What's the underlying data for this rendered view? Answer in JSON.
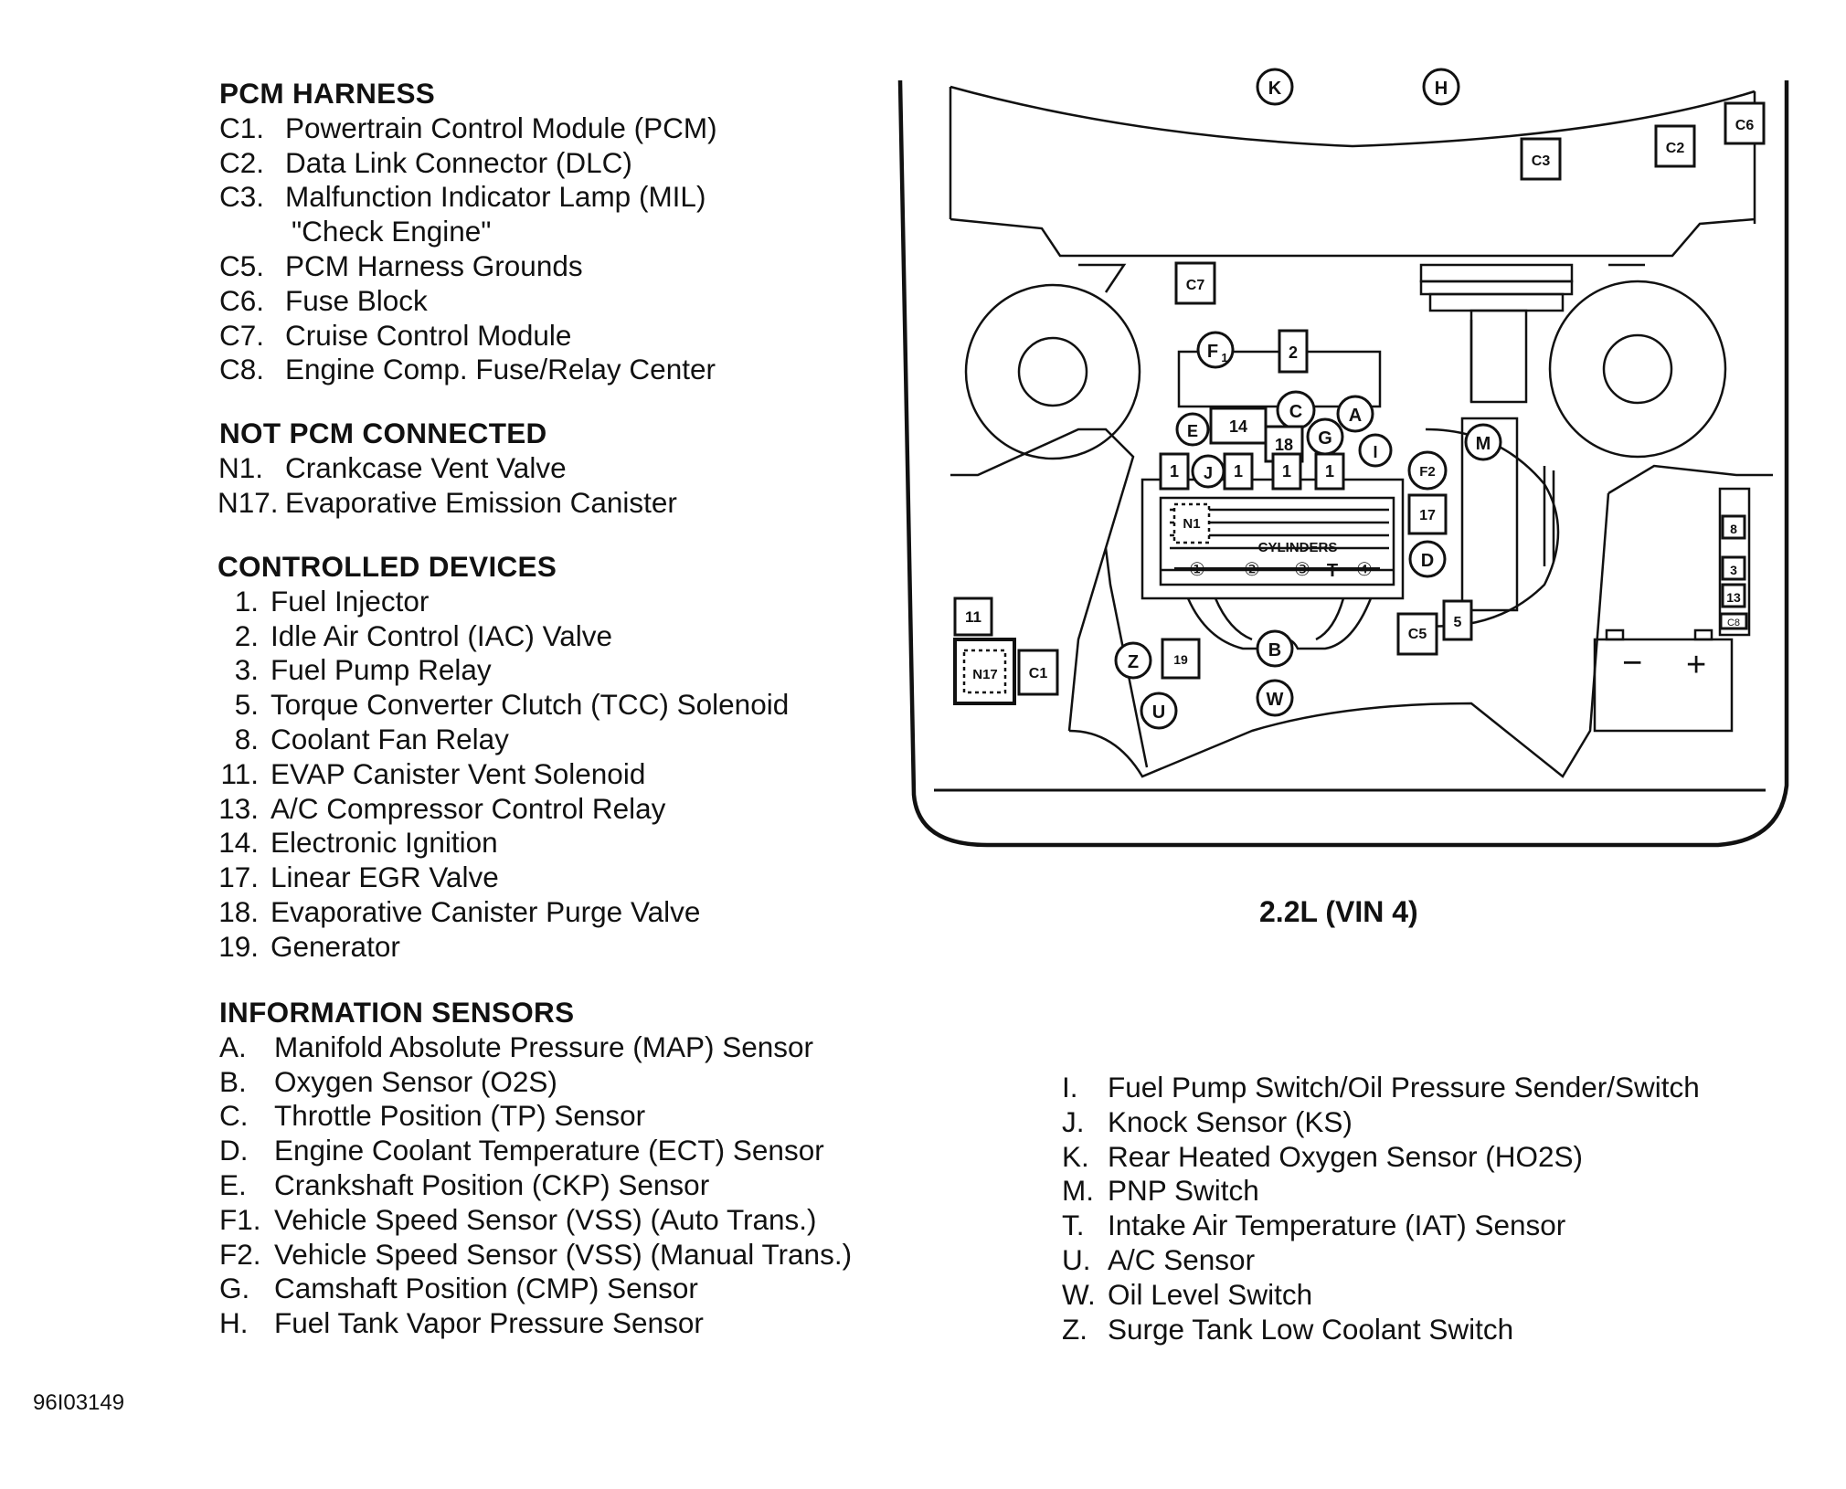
{
  "sections": {
    "pcm_harness": {
      "title": "PCM HARNESS",
      "items": [
        {
          "code": "C1.",
          "text": "Powertrain Control Module (PCM)"
        },
        {
          "code": "C2.",
          "text": "Data Link Connector (DLC)"
        },
        {
          "code": "C3.",
          "text": "Malfunction Indicator Lamp (MIL)"
        },
        {
          "code": "",
          "text": "\"Check Engine\""
        },
        {
          "code": "C5.",
          "text": "PCM Harness Grounds"
        },
        {
          "code": "C6.",
          "text": "Fuse Block"
        },
        {
          "code": "C7.",
          "text": "Cruise Control Module"
        },
        {
          "code": "C8.",
          "text": "Engine Comp. Fuse/Relay Center"
        }
      ]
    },
    "not_pcm": {
      "title": "NOT PCM CONNECTED",
      "items": [
        {
          "code": "N1.",
          "text": "Crankcase Vent Valve"
        },
        {
          "code": "N17.",
          "text": "Evaporative Emission Canister"
        }
      ]
    },
    "controlled": {
      "title": "CONTROLLED DEVICES",
      "items": [
        {
          "code": "1.",
          "text": "Fuel Injector"
        },
        {
          "code": "2.",
          "text": "Idle Air Control (IAC) Valve"
        },
        {
          "code": "3.",
          "text": "Fuel Pump Relay"
        },
        {
          "code": "5.",
          "text": "Torque Converter Clutch (TCC) Solenoid"
        },
        {
          "code": "8.",
          "text": "Coolant Fan Relay"
        },
        {
          "code": "11.",
          "text": "EVAP Canister Vent Solenoid"
        },
        {
          "code": "13.",
          "text": "A/C Compressor Control Relay"
        },
        {
          "code": "14.",
          "text": "Electronic Ignition"
        },
        {
          "code": "17.",
          "text": "Linear EGR Valve"
        },
        {
          "code": "18.",
          "text": "Evaporative Canister Purge Valve"
        },
        {
          "code": "19.",
          "text": "Generator"
        }
      ]
    },
    "sensors": {
      "title": "INFORMATION SENSORS",
      "items": [
        {
          "code": "A.",
          "text": "Manifold Absolute Pressure (MAP) Sensor"
        },
        {
          "code": "B.",
          "text": "Oxygen Sensor (O2S)"
        },
        {
          "code": "C.",
          "text": "Throttle Position (TP) Sensor"
        },
        {
          "code": "D.",
          "text": "Engine Coolant Temperature (ECT) Sensor"
        },
        {
          "code": "E.",
          "text": "Crankshaft Position (CKP) Sensor"
        },
        {
          "code": "F1.",
          "text": "Vehicle Speed Sensor (VSS) (Auto Trans.)"
        },
        {
          "code": "F2.",
          "text": "Vehicle Speed Sensor (VSS) (Manual Trans.)"
        },
        {
          "code": "G.",
          "text": "Camshaft Position (CMP) Sensor"
        },
        {
          "code": "H.",
          "text": "Fuel Tank Vapor Pressure Sensor"
        }
      ]
    },
    "sensors_cont": {
      "items": [
        {
          "code": "I.",
          "text": "Fuel Pump Switch/Oil Pressure Sender/Switch"
        },
        {
          "code": "J.",
          "text": "Knock Sensor (KS)"
        },
        {
          "code": "K.",
          "text": "Rear Heated Oxygen Sensor (HO2S)"
        },
        {
          "code": "M.",
          "text": "PNP Switch"
        },
        {
          "code": "T.",
          "text": "Intake Air Temperature (IAT) Sensor"
        },
        {
          "code": "U.",
          "text": "A/C Sensor"
        },
        {
          "code": "W.",
          "text": "Oil Level Switch"
        },
        {
          "code": "Z.",
          "text": "Surge Tank Low Coolant Switch"
        }
      ]
    }
  },
  "diagram": {
    "caption": "2.2L (VIN 4)",
    "cylinders_label": "CYLINDERS",
    "battery_neg": "−",
    "battery_pos": "+",
    "callouts": {
      "K": "K",
      "H": "H",
      "C6": "C6",
      "C2": "C2",
      "C3": "C3",
      "C7": "C7",
      "F1": "F",
      "F1_sub": "1",
      "n2": "2",
      "n14": "14",
      "C": "C",
      "A": "A",
      "E": "E",
      "n18": "18",
      "G": "G",
      "I": "I",
      "n1": "1",
      "J": "J",
      "F2": "F2",
      "M": "M",
      "N1": "N1",
      "n17": "17",
      "D": "D",
      "cyl1": "①",
      "cyl2": "②",
      "cyl3": "③",
      "T": "T",
      "cyl4": "④",
      "n11": "11",
      "N17": "N17",
      "C1": "C1",
      "Z": "Z",
      "n19": "19",
      "B": "B",
      "C5": "C5",
      "n5": "5",
      "U": "U",
      "W": "W",
      "n8": "8",
      "n3": "3",
      "n13": "13",
      "C8": "C8"
    }
  },
  "figure_id": "96I03149"
}
